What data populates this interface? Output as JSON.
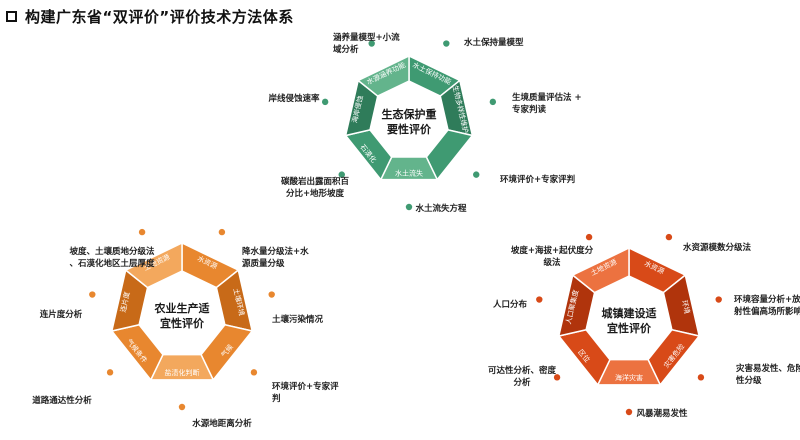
{
  "title": "构建广东省“双评价”评价技术方法体系",
  "diagrams": [
    {
      "id": "eco",
      "center": [
        "生态保护重",
        "要性评价"
      ],
      "color": "#3f9a72",
      "colorDark": "#2f7c5a",
      "colorLight": "#63b48c",
      "segments": [
        "水土保持功能",
        "生物多样性维护",
        "",
        "水土流失",
        "石漠化",
        "海岸侵蚀",
        "水源涵养功能"
      ],
      "labels": [
        [
          "涵养量模型+小流",
          "域分析"
        ],
        [
          "水土保持量模型"
        ],
        [
          "生境质量评估法 +",
          "专家判读"
        ],
        [
          "环境评价+专家评判"
        ],
        [
          "水土流失方程"
        ],
        [
          "碳酸岩出露面积百",
          "分比+地形坡度"
        ],
        [
          "岸线侵蚀速率"
        ]
      ]
    },
    {
      "id": "agri",
      "center": [
        "农业生产适",
        "宜性评价"
      ],
      "color": "#e8872f",
      "colorDark": "#c86a18",
      "colorLight": "#f3a85d",
      "segments": [
        "水资源",
        "土壤环境",
        "气候",
        "盐渍化判断",
        "气候条件",
        "连片度",
        "土地资源"
      ],
      "labels": [
        [
          "坡度、土壤质地分级法",
          "、石漠化地区土层厚度"
        ],
        [
          "降水量分级法+水",
          "源质量分级"
        ],
        [
          "土壤污染情况"
        ],
        [
          "环境评价+专家评",
          "判"
        ],
        [
          "水源地距离分析"
        ],
        [
          "道路通达性分析"
        ],
        [
          "连片度分析"
        ]
      ]
    },
    {
      "id": "urban",
      "center": [
        "城镇建设适",
        "宜性评价"
      ],
      "color": "#d84a18",
      "colorDark": "#b0340c",
      "colorLight": "#ec7240",
      "segments": [
        "水资源",
        "环境",
        "灾害危险",
        "海洋灾害",
        "区位",
        "人口聚集度",
        "土地资源"
      ],
      "labels": [
        [
          "坡度+海拔+起伏度分",
          "级法"
        ],
        [
          "水资源模数分级法"
        ],
        [
          "环境容量分析+放",
          "射性偏高场所影响"
        ],
        [
          "灾害易发性、危险",
          "性分级"
        ],
        [
          "风暴潮易发性"
        ],
        [
          "可达性分析、密度",
          "分析"
        ],
        [
          "人口分布"
        ]
      ]
    }
  ]
}
